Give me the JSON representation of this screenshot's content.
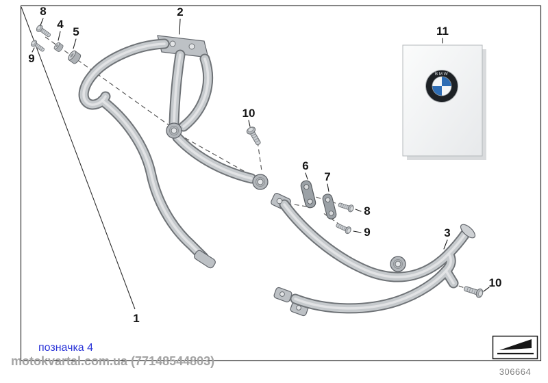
{
  "diagram": {
    "number": "306664"
  },
  "logo": {
    "brand": "BMW"
  },
  "callouts": {
    "kit": "1",
    "guard_left": "2",
    "guard_right": "3",
    "washer": "4",
    "bushing": "5",
    "bracket_front": "6",
    "bracket_rear": "7",
    "bolt_top": "8",
    "screw_top": "9",
    "bolt_right": "8",
    "screw_right": "9",
    "bolt_mid": "10",
    "bolt_lower": "10",
    "manual": "11"
  },
  "watermark": {
    "note": "позначка 4",
    "site": "motokvartal.com.ua (77148544803)"
  },
  "colors": {
    "bmw_blue": "#2e6db4",
    "watermark_note": "#2b35d8",
    "watermark_site": "#a3a3a3",
    "metal": "#c6cacd",
    "frame_line": "#2e2e2e"
  }
}
